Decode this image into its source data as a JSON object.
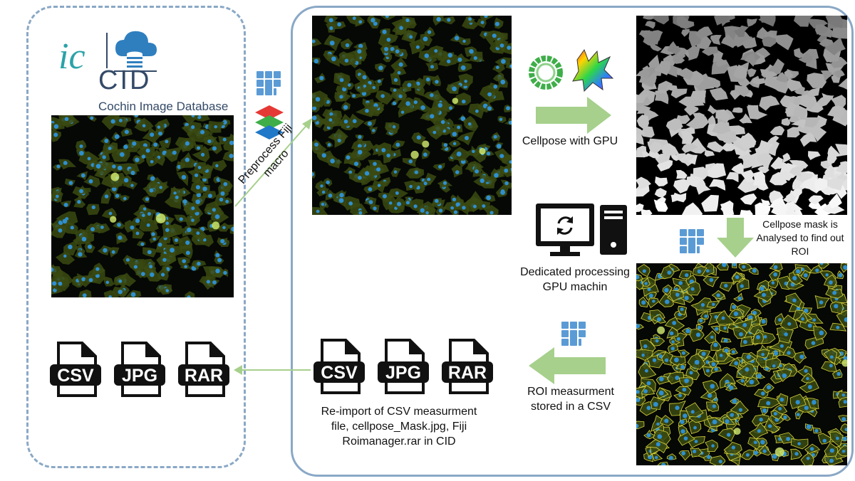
{
  "database": {
    "logo_text": "ic",
    "short_name": "CID",
    "full_name": "Cochin Image Database"
  },
  "steps": {
    "preprocess": "Preprocess Fiji macro",
    "preprocess_line1": "Preprocess Fiji",
    "preprocess_line2": "macro",
    "cellpose": "Cellpose with GPU",
    "machine_line1": "Dedicated processing",
    "machine_line2": "GPU machin",
    "mask_line1": "Cellpose mask is",
    "mask_line2": "Analysed to find out",
    "mask_line3": "ROI",
    "roi_line1": "ROI measurment",
    "roi_line2": "stored in a CSV",
    "reimport_line1": "Re-import of CSV measurment",
    "reimport_line2": "file, cellpose_Mask.jpg, Fiji",
    "reimport_line3": "Roimanager.rar in CID"
  },
  "file_types": {
    "csv": "CSV",
    "jpg": "JPG",
    "rar": "RAR"
  },
  "icons": [
    "fiji-icon",
    "layers-stack-icon",
    "cellpose-ring-icon",
    "cellpose-cell-icon",
    "computer-gpu-icon",
    "file-csv-icon",
    "file-jpg-icon",
    "file-rar-icon"
  ],
  "colors": {
    "panel_border": "#8aa8c6",
    "arrow_green": "#a6d08c",
    "fiji_blue": "#5b9bd5",
    "cid_navy": "#344a68",
    "cid_teal": "#2aa3a8"
  }
}
